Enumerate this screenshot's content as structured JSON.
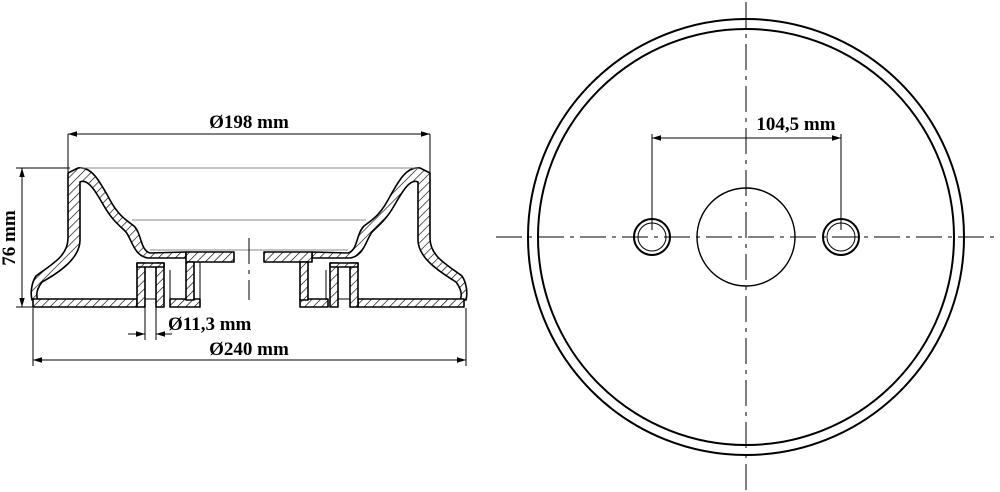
{
  "drawing": {
    "side_view": {
      "top_diameter_label": "Ø198 mm",
      "height_label": "76 mm",
      "hole_diameter_label": "Ø11,3 mm",
      "base_diameter_label": "Ø240 mm"
    },
    "top_view": {
      "hole_spacing_label": "104,5 mm"
    }
  }
}
